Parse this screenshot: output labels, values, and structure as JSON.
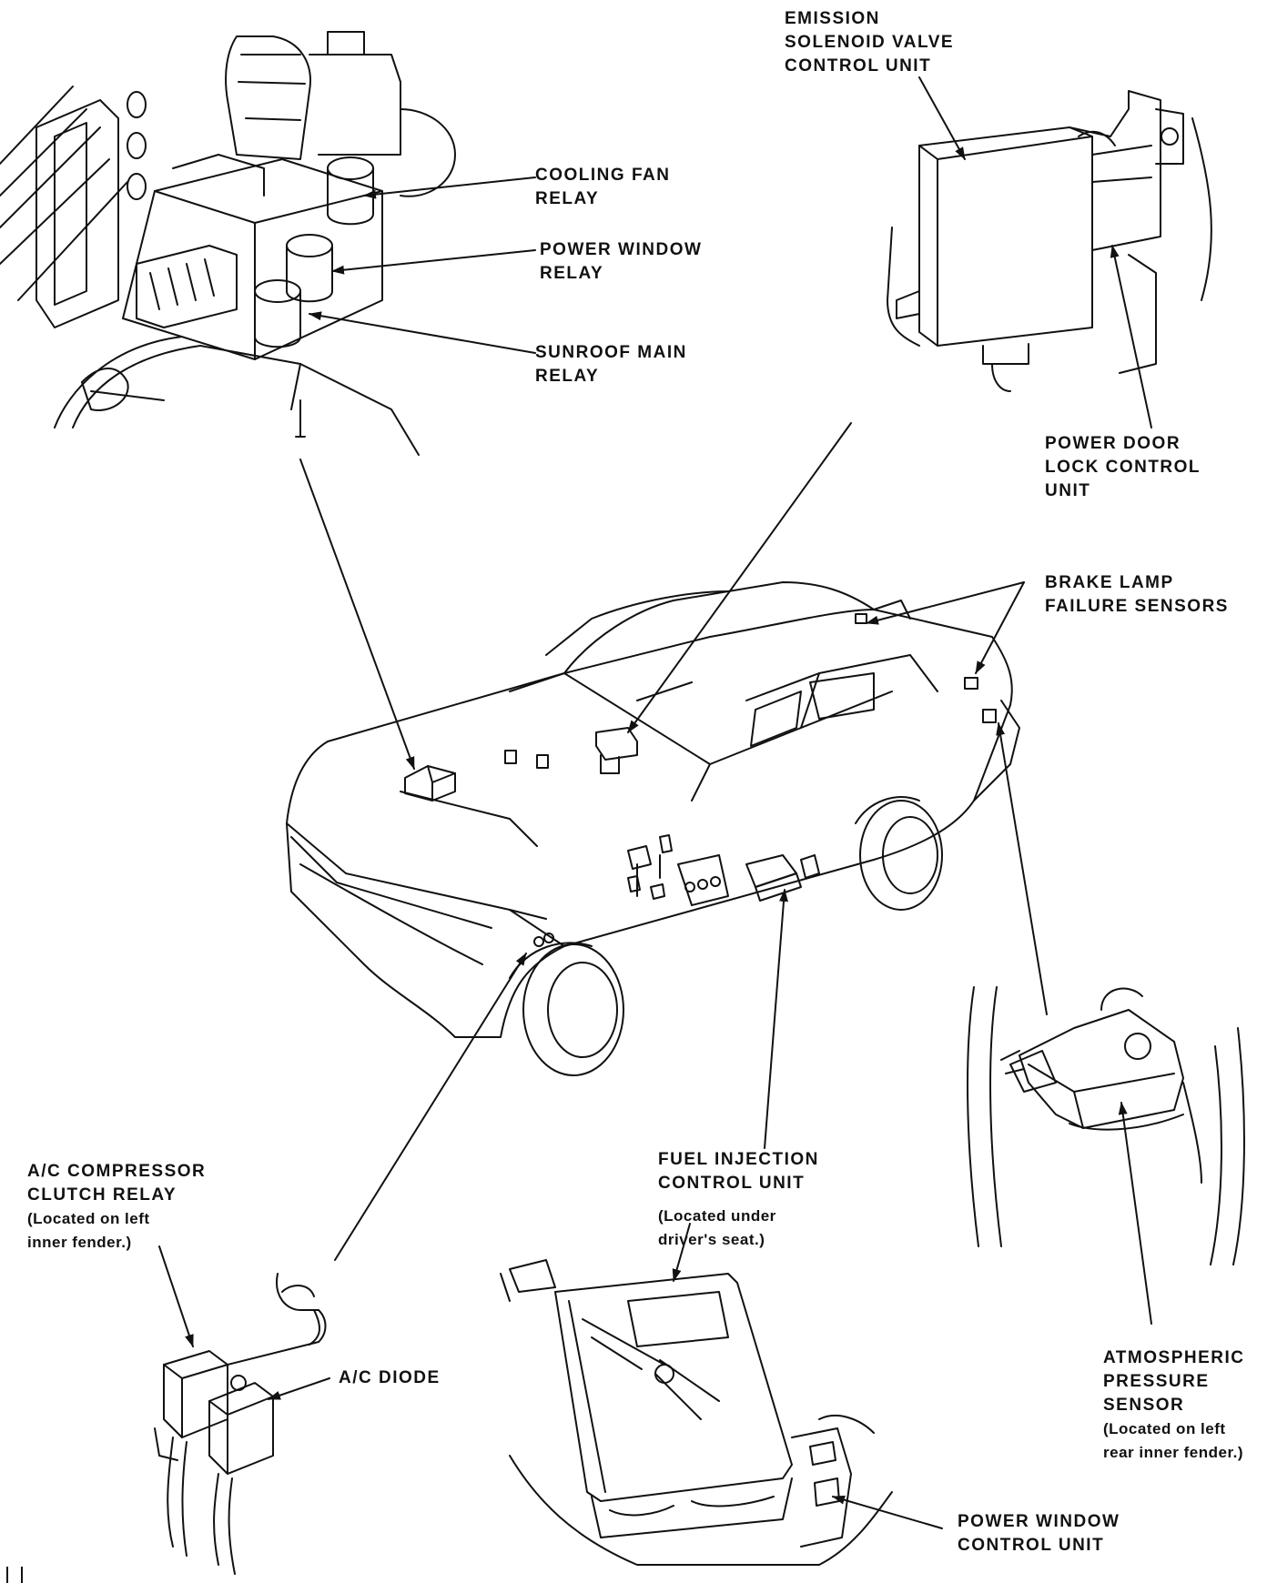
{
  "labels": {
    "emission": [
      "EMISSION",
      "SOLENOID VALVE",
      "CONTROL UNIT"
    ],
    "cooling_fan": [
      "COOLING FAN",
      "RELAY"
    ],
    "power_window_relay": [
      "POWER WINDOW",
      "RELAY"
    ],
    "sunroof": [
      "SUNROOF MAIN",
      "RELAY"
    ],
    "power_door_lock": [
      "POWER DOOR",
      "LOCK CONTROL",
      "UNIT"
    ],
    "brake_lamp": [
      "BRAKE LAMP",
      "FAILURE SENSORS"
    ],
    "ac_relay": [
      "A/C COMPRESSOR",
      "CLUTCH RELAY"
    ],
    "ac_relay_note": [
      "(Located on left",
      "inner fender.)"
    ],
    "ac_diode": [
      "A/C DIODE"
    ],
    "fuel_injection": [
      "FUEL INJECTION",
      "CONTROL UNIT"
    ],
    "fuel_injection_note": [
      "(Located under",
      "driver's seat.)"
    ],
    "atmospheric": [
      "ATMOSPHERIC",
      "PRESSURE",
      "SENSOR"
    ],
    "atmospheric_note": [
      "(Located on left",
      "rear inner fender.)"
    ],
    "power_window_control": [
      "POWER WINDOW",
      "CONTROL UNIT"
    ]
  }
}
